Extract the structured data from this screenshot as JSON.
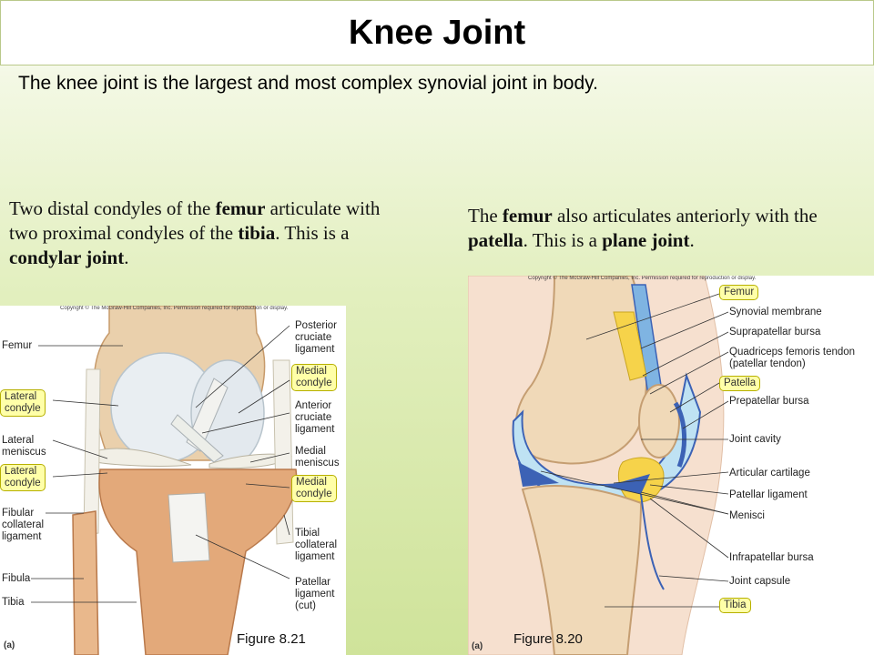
{
  "title": "Knee Joint",
  "intro": "The knee joint is the largest and most complex synovial joint in body.",
  "left_paragraph": {
    "t1": "Two distal condyles of the ",
    "b1": "femur",
    "t2": " articulate with two proximal condyles of the ",
    "b2": "tibia",
    "t3": ".  This is a ",
    "b3": "condylar joint",
    "t4": "."
  },
  "right_paragraph": {
    "t1": "The ",
    "b1": "femur",
    "t2": " also articulates anteriorly with the ",
    "b2": "patella",
    "t3": ". This is a ",
    "b3": "plane joint",
    "t4": "."
  },
  "copyright": "Copyright © The McGraw-Hill Companies, Inc. Permission required for reproduction or display.",
  "figure_left": {
    "caption": "Figure 8.21",
    "panel_tag": "(a)",
    "labels": {
      "femur": "Femur",
      "lateral_condyle_1": "Lateral\ncondyle",
      "lateral_meniscus": "Lateral\nmeniscus",
      "lateral_condyle_2": "Lateral\ncondyle",
      "fibular_collateral": "Fibular\ncollateral\nligament",
      "fibula": "Fibula",
      "tibia": "Tibia",
      "posterior_cruciate": "Posterior\ncruciate\nligament",
      "medial_condyle_1": "Medial\ncondyle",
      "anterior_cruciate": "Anterior\ncruciate\nligament",
      "medial_meniscus": "Medial\nmeniscus",
      "medial_condyle_2": "Medial\ncondyle",
      "tibial_collateral": "Tibial\ncollateral\nligament",
      "patellar_ligament_cut": "Patellar\nligament\n(cut)"
    }
  },
  "figure_right": {
    "caption": "Figure 8.20",
    "panel_tag": "(a)",
    "labels": {
      "femur": "Femur",
      "synovial_membrane": "Synovial membrane",
      "suprapatellar_bursa": "Suprapatellar bursa",
      "quadriceps_tendon": "Quadriceps femoris tendon\n(patellar tendon)",
      "patella": "Patella",
      "prepatellar_bursa": "Prepatellar bursa",
      "joint_cavity": "Joint cavity",
      "articular_cartilage": "Articular cartilage",
      "patellar_ligament": "Patellar ligament",
      "menisci": "Menisci",
      "infrapatellar_bursa": "Infrapatellar bursa",
      "joint_capsule": "Joint capsule",
      "tibia": "Tibia"
    }
  },
  "colors": {
    "background_top": "#f3f8e4",
    "background_bottom": "#cfe39a",
    "label_box_fill": "#ffffa8",
    "label_box_border": "#b7b000",
    "bone": "#f1d6b4",
    "bone_marrow": "#f7e6cc",
    "cartilage": "#a9d5ef",
    "capsule_blue": "#3c62b5",
    "fat_pad": "#f6d34a"
  }
}
